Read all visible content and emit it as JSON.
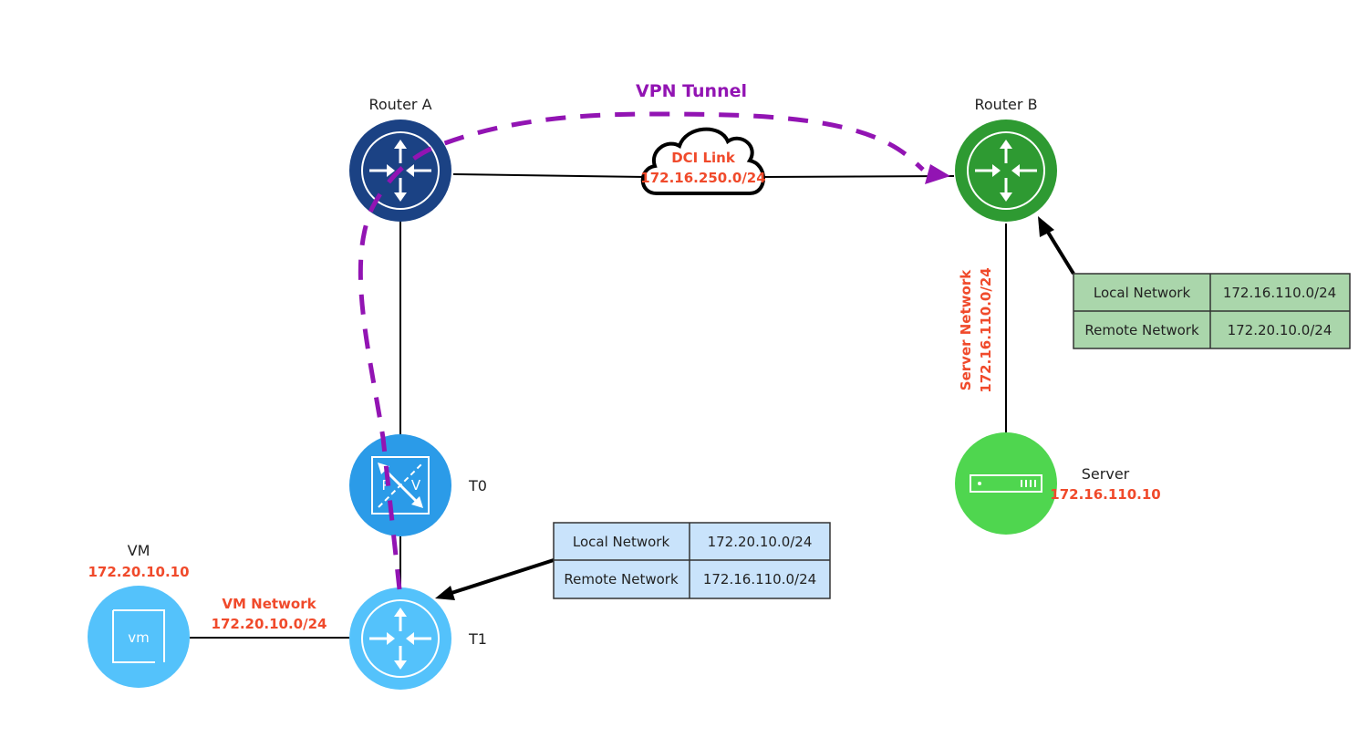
{
  "colors": {
    "router_a": "#1b4284",
    "router_b": "#2e9a32",
    "t0": "#2b9be8",
    "t1": "#54c2fb",
    "vm": "#54c2fb",
    "server": "#4fd64f",
    "vpn": "#9214b3",
    "label_red": "#f04a2b",
    "table_green": "#aad6ab",
    "table_blue": "#c9e3fb"
  },
  "nodes": {
    "router_a": {
      "label": "Router A",
      "icon": "router-icon"
    },
    "router_b": {
      "label": "Router B",
      "icon": "router-icon"
    },
    "t0": {
      "label": "T0",
      "icon": "nsx-edge-icon",
      "p": "P",
      "v": "V"
    },
    "t1": {
      "label": "T1",
      "icon": "router-icon"
    },
    "vm": {
      "label": "VM",
      "ip": "172.20.10.10",
      "icon": "vm-icon",
      "icon_text": "vm"
    },
    "server": {
      "label": "Server",
      "ip": "172.16.110.10",
      "icon": "server-icon"
    }
  },
  "links": {
    "vpn": "VPN Tunnel",
    "dci": {
      "name": "DCI Link",
      "subnet": "172.16.250.0/24"
    },
    "server_network": {
      "name": "Server Network",
      "subnet": "172.16.110.0/24"
    },
    "vm_network": {
      "name": "VM Network",
      "subnet": "172.20.10.0/24"
    }
  },
  "tables": {
    "router_b": {
      "rows": [
        [
          "Local Network",
          "172.16.110.0/24"
        ],
        [
          "Remote Network",
          "172.20.10.0/24"
        ]
      ]
    },
    "t1": {
      "rows": [
        [
          "Local Network",
          "172.20.10.0/24"
        ],
        [
          "Remote Network",
          "172.16.110.0/24"
        ]
      ]
    }
  }
}
